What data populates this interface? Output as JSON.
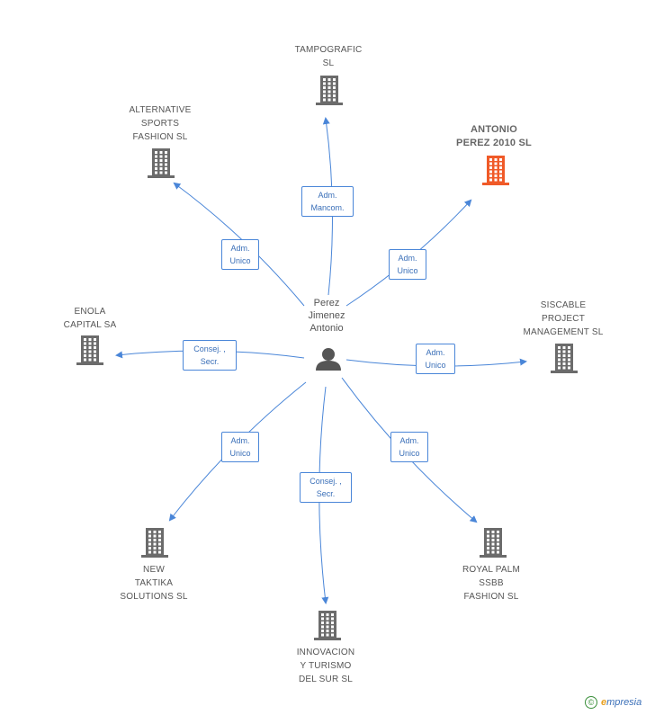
{
  "person": {
    "name": "Perez\nJimenez\nAntonio"
  },
  "companies": [
    {
      "id": "tampografic",
      "label": "TAMPOGRAFIC\nSL",
      "highlight": false
    },
    {
      "id": "alternative",
      "label": "ALTERNATIVE\nSPORTS\nFASHION  SL",
      "highlight": false
    },
    {
      "id": "antonio-perez",
      "label": "ANTONIO\nPEREZ 2010 SL",
      "highlight": true
    },
    {
      "id": "enola",
      "label": "ENOLA\nCAPITAL SA",
      "highlight": false
    },
    {
      "id": "siscable",
      "label": "SISCABLE\nPROJECT\nMANAGEMENT SL",
      "highlight": false
    },
    {
      "id": "new-taktika",
      "label": "NEW\nTAKTIKA\nSOLUTIONS  SL",
      "highlight": false
    },
    {
      "id": "innovacion",
      "label": "INNOVACION\nY TURISMO\nDEL SUR SL",
      "highlight": false
    },
    {
      "id": "royal-palm",
      "label": "ROYAL PALM\nSSBB\nFASHION  SL",
      "highlight": false
    }
  ],
  "roles": {
    "tampografic": "Adm.\nMancom.",
    "alternative": "Adm.\nUnico",
    "antonio-perez": "Adm.\nUnico",
    "enola": "Consej. ,\nSecr.",
    "siscable": "Adm.\nUnico",
    "new-taktika": "Adm.\nUnico",
    "innovacion": "Consej. ,\nSecr.",
    "royal-palm": "Adm.\nUnico"
  },
  "colors": {
    "edge": "#4a86d8",
    "building": "#6b6b6b",
    "highlight": "#f05a28",
    "person": "#555555"
  },
  "footer": {
    "copyright_symbol": "©",
    "brand_first": "e",
    "brand_rest": "mpresia"
  }
}
